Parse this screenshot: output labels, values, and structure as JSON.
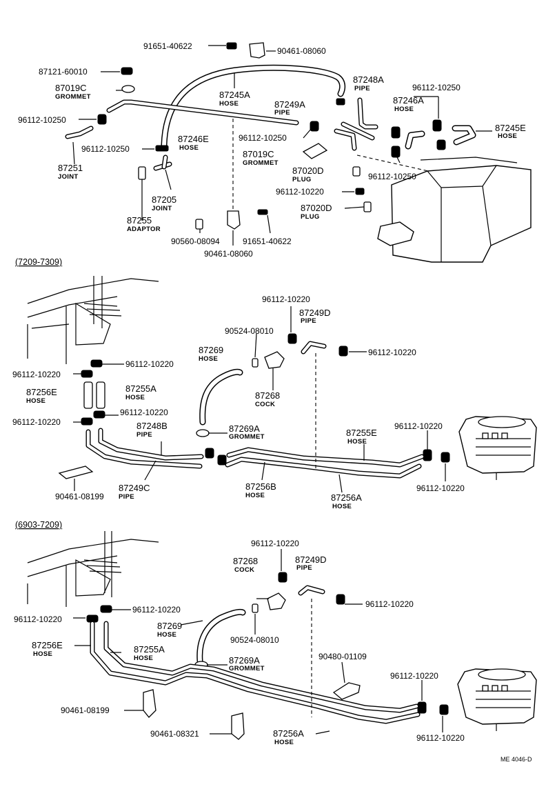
{
  "top": {
    "labels": [
      {
        "id": "91651-40622-a",
        "text": "91651-40622"
      },
      {
        "id": "90461-08060-a",
        "text": "90461-08060"
      },
      {
        "id": "87121-60010",
        "text": "87121-60010"
      },
      {
        "id": "87019C-a",
        "text": "87019C",
        "name": "GROMMET"
      },
      {
        "id": "87245A",
        "text": "87245A",
        "name": "HOSE"
      },
      {
        "id": "87248A",
        "text": "87248A",
        "name": "PIPE"
      },
      {
        "id": "96112-10250-a",
        "text": "96112-10250"
      },
      {
        "id": "96112-10250-b",
        "text": "96112-10250"
      },
      {
        "id": "87249A",
        "text": "87249A",
        "name": "PIPE"
      },
      {
        "id": "87246A",
        "text": "87246A",
        "name": "HOSE"
      },
      {
        "id": "87245E",
        "text": "87245E",
        "name": "HOSE"
      },
      {
        "id": "87246E",
        "text": "87246E",
        "name": "HOSE"
      },
      {
        "id": "96112-10250-c",
        "text": "96112-10250"
      },
      {
        "id": "96112-10250-d",
        "text": "96112-10250"
      },
      {
        "id": "87019C-b",
        "text": "87019C",
        "name": "GROMMET"
      },
      {
        "id": "87020D-a",
        "text": "87020D",
        "name": "PLUG"
      },
      {
        "id": "96112-10250-e",
        "text": "96112-10250"
      },
      {
        "id": "87251",
        "text": "87251",
        "name": "JOINT"
      },
      {
        "id": "96112-10220-a",
        "text": "96112-10220"
      },
      {
        "id": "87020D-b",
        "text": "87020D",
        "name": "PLUG"
      },
      {
        "id": "87205",
        "text": "87205",
        "name": "JOINT"
      },
      {
        "id": "87255",
        "text": "87255",
        "name": "ADAPTOR"
      },
      {
        "id": "90560-08094",
        "text": "90560-08094"
      },
      {
        "id": "91651-40622-b",
        "text": "91651-40622"
      },
      {
        "id": "90461-08060-b",
        "text": "90461-08060"
      }
    ]
  },
  "middle": {
    "range": "(7209-7309)",
    "labels": [
      {
        "id": "96112-10220-m1",
        "text": "96112-10220"
      },
      {
        "id": "87249D-m",
        "text": "87249D",
        "name": "PIPE"
      },
      {
        "id": "90524-08010-m",
        "text": "90524-08010"
      },
      {
        "id": "87269-m",
        "text": "87269",
        "name": "HOSE"
      },
      {
        "id": "96112-10220-m2",
        "text": "96112-10220"
      },
      {
        "id": "96112-10220-m3",
        "text": "96112-10220"
      },
      {
        "id": "96112-10220-m4",
        "text": "96112-10220"
      },
      {
        "id": "87268-m",
        "text": "87268",
        "name": "COCK"
      },
      {
        "id": "87256E-m",
        "text": "87256E",
        "name": "HOSE"
      },
      {
        "id": "87255A-m",
        "text": "87255A",
        "name": "HOSE"
      },
      {
        "id": "96112-10220-m5",
        "text": "96112-10220"
      },
      {
        "id": "96112-10220-m6",
        "text": "96112-10220"
      },
      {
        "id": "87248B",
        "text": "87248B",
        "name": "PIPE"
      },
      {
        "id": "87269A-m",
        "text": "87269A",
        "name": "GROMMET"
      },
      {
        "id": "87255E",
        "text": "87255E",
        "name": "HOSE"
      },
      {
        "id": "96112-10220-m7",
        "text": "96112-10220"
      },
      {
        "id": "96112-10220-m8",
        "text": "96112-10220"
      },
      {
        "id": "87249C",
        "text": "87249C",
        "name": "PIPE"
      },
      {
        "id": "90461-08199-m",
        "text": "90461-08199"
      },
      {
        "id": "87256B",
        "text": "87256B",
        "name": "HOSE"
      },
      {
        "id": "87256A-m",
        "text": "87256A",
        "name": "HOSE"
      }
    ]
  },
  "bottom": {
    "range": "(6903-7209)",
    "labels": [
      {
        "id": "96112-10220-b1",
        "text": "96112-10220"
      },
      {
        "id": "87268-b",
        "text": "87268",
        "name": "COCK"
      },
      {
        "id": "87249D-b",
        "text": "87249D",
        "name": "PIPE"
      },
      {
        "id": "96112-10220-b2",
        "text": "96112-10220"
      },
      {
        "id": "96112-10220-b3",
        "text": "96112-10220"
      },
      {
        "id": "96112-10220-b4",
        "text": "96112-10220"
      },
      {
        "id": "87269-b",
        "text": "87269",
        "name": "HOSE"
      },
      {
        "id": "90524-08010-b",
        "text": "90524-08010"
      },
      {
        "id": "87256E-b",
        "text": "87256E",
        "name": "HOSE"
      },
      {
        "id": "87255A-b",
        "text": "87255A",
        "name": "HOSE"
      },
      {
        "id": "87269A-b",
        "text": "87269A",
        "name": "GROMMET"
      },
      {
        "id": "90480-01109",
        "text": "90480-01109"
      },
      {
        "id": "96112-10220-b5",
        "text": "96112-10220"
      },
      {
        "id": "90461-08199-b",
        "text": "90461-08199"
      },
      {
        "id": "90461-08321",
        "text": "90461-08321"
      },
      {
        "id": "87256A-b",
        "text": "87256A",
        "name": "HOSE"
      },
      {
        "id": "96112-10220-b6",
        "text": "96112-10220"
      }
    ]
  },
  "footer": {
    "code": "ME 4046-D"
  }
}
